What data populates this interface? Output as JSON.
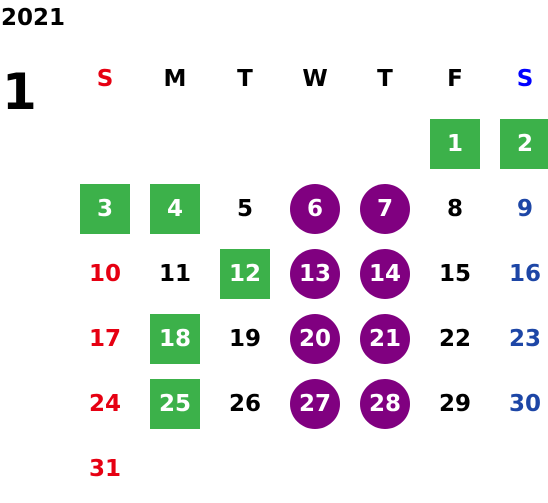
{
  "calendar": {
    "year": "2021",
    "month": "1",
    "weekdays": [
      "S",
      "M",
      "T",
      "W",
      "T",
      "F",
      "S"
    ],
    "weeks": [
      [
        null,
        null,
        null,
        null,
        null,
        {
          "day": "1",
          "mark": "green"
        },
        {
          "day": "2",
          "mark": "green"
        }
      ],
      [
        {
          "day": "3",
          "mark": "green"
        },
        {
          "day": "4",
          "mark": "green"
        },
        {
          "day": "5",
          "mark": ""
        },
        {
          "day": "6",
          "mark": "purple"
        },
        {
          "day": "7",
          "mark": "purple"
        },
        {
          "day": "8",
          "mark": ""
        },
        {
          "day": "9",
          "mark": ""
        }
      ],
      [
        {
          "day": "10",
          "mark": ""
        },
        {
          "day": "11",
          "mark": ""
        },
        {
          "day": "12",
          "mark": "green"
        },
        {
          "day": "13",
          "mark": "purple"
        },
        {
          "day": "14",
          "mark": "purple"
        },
        {
          "day": "15",
          "mark": ""
        },
        {
          "day": "16",
          "mark": ""
        }
      ],
      [
        {
          "day": "17",
          "mark": ""
        },
        {
          "day": "18",
          "mark": "green"
        },
        {
          "day": "19",
          "mark": ""
        },
        {
          "day": "20",
          "mark": "purple"
        },
        {
          "day": "21",
          "mark": "purple"
        },
        {
          "day": "22",
          "mark": ""
        },
        {
          "day": "23",
          "mark": ""
        }
      ],
      [
        {
          "day": "24",
          "mark": ""
        },
        {
          "day": "25",
          "mark": "green"
        },
        {
          "day": "26",
          "mark": ""
        },
        {
          "day": "27",
          "mark": "purple"
        },
        {
          "day": "28",
          "mark": "purple"
        },
        {
          "day": "29",
          "mark": ""
        },
        {
          "day": "30",
          "mark": ""
        }
      ],
      [
        {
          "day": "31",
          "mark": ""
        },
        null,
        null,
        null,
        null,
        null,
        null
      ]
    ]
  },
  "colors": {
    "green_mark": "#3cb14a",
    "purple_mark": "#800080",
    "sunday": "#e60012",
    "saturday": "#1d46a6",
    "saturday_header": "#0000ff",
    "weekday": "#000000"
  }
}
